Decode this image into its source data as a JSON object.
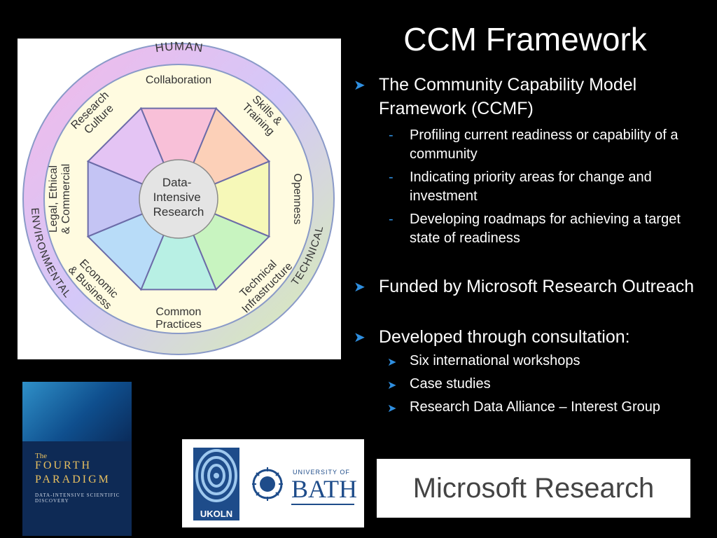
{
  "slide": {
    "title": "CCM Framework",
    "bullets": [
      {
        "text": "The Community Capability Model Framework (CCMF)",
        "subitems": [
          "Profiling current readiness or capability of a community",
          "Indicating priority areas for change and investment",
          "Developing roadmaps for achieving a target state of readiness"
        ]
      },
      {
        "text": "Funded by Microsoft Research Outreach"
      },
      {
        "text": "Developed through consultation:",
        "subitems": [
          "Six international workshops",
          "Case studies",
          "Research Data Alliance – Interest Group"
        ]
      }
    ]
  },
  "diagram": {
    "outer_labels": {
      "top": "HUMAN",
      "left": "ENVIRONMENTAL",
      "right": "TECHNICAL"
    },
    "center_lines": [
      "Data-",
      "Intensive",
      "Research"
    ],
    "segments": [
      {
        "lines": [
          "Collaboration"
        ],
        "color": "#f8c0d8"
      },
      {
        "lines": [
          "Skills &",
          "Training"
        ],
        "color": "#fcd0b8"
      },
      {
        "lines": [
          "Openness"
        ],
        "color": "#f6f8b8"
      },
      {
        "lines": [
          "Technical",
          "Infrastructure"
        ],
        "color": "#c8f4c0"
      },
      {
        "lines": [
          "Common",
          "Practices"
        ],
        "color": "#b8f0e4"
      },
      {
        "lines": [
          "Economic",
          "& Business"
        ],
        "color": "#b8dcf8"
      },
      {
        "lines": [
          "Legal, Ethical",
          "& Commercial"
        ],
        "color": "#c4c4f4"
      },
      {
        "lines": [
          "Research",
          "Culture"
        ],
        "color": "#e4c4f4"
      }
    ]
  },
  "book": {
    "the": "The",
    "line1": "FOURTH",
    "line2": "PARADIGM",
    "subtitle": "DATA-INTENSIVE SCIENTIFIC DISCOVERY"
  },
  "logos": {
    "ukoln": "UKOLN",
    "bath_university": "UNIVERSITY OF",
    "bath_name": "BATH",
    "microsoft_research": "Microsoft Research"
  },
  "colors": {
    "bullet_accent": "#2f8fe0",
    "background": "#000000"
  }
}
